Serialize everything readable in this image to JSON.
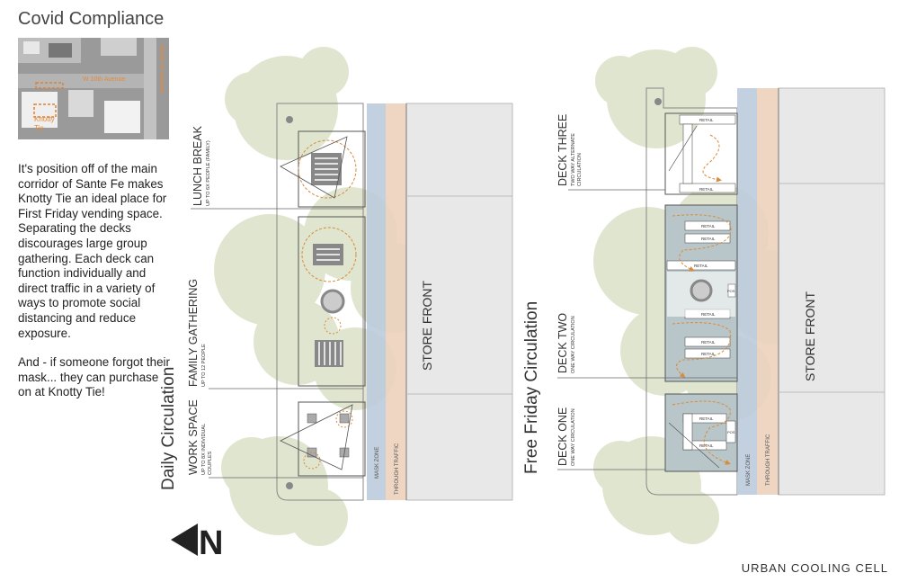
{
  "title": "Covid Compliance",
  "map": {
    "street_horizontal": "W 10th Avenue",
    "street_vertical": "Sante Fe Avenue",
    "site_label_line1": "Knotty",
    "site_label_line2": "Tie"
  },
  "description": {
    "paragraph1": "It's position off of the main corridor of Sante Fe makes Knotty Tie an ideal place for First Friday vending space. Separating the decks discourages large group gathering. Each deck can function individually and direct traffic in a variety of ways to promote social distancing and reduce exposure.",
    "paragraph2": "And - if someone forgot their mask... they can purchase on at Knotty Tie!"
  },
  "north_arrow": {
    "label": "N"
  },
  "daily": {
    "title": "Daily Circulation",
    "lunch_break": {
      "label": "LUNCH BREAK",
      "sub": "UP TO 6X PEOPLE  (FAMILY)"
    },
    "family_gathering": {
      "label": "FAMILY GATHERING",
      "sub": "UP TO 12 PEOPLE"
    },
    "work_space": {
      "label": "WORK SPACE",
      "sub1": "UP TO 8X INDIVIDUAL",
      "sub2": "COUPLES"
    },
    "mask_zone": "MASK ZONE",
    "through_traffic": "THROUGH TRAFFIC",
    "store_front": "STORE FRONT"
  },
  "friday": {
    "title": "Free Friday Circulation",
    "deck_three": {
      "label": "DECK THREE",
      "sub1": "TWO WAY ALTERNATE",
      "sub2": "CIRCULATION"
    },
    "deck_two": {
      "label": "DECK TWO",
      "sub": "ONE WAY CIRCULATION"
    },
    "deck_one": {
      "label": "DECK ONE",
      "sub": "ONE WAY CIRCULATION"
    },
    "retail": "RETAIL",
    "pos": "POS",
    "mask_zone": "MASK ZONE",
    "through_traffic": "THROUGH TRAFFIC",
    "store_front": "STORE FRONT"
  },
  "footer": "URBAN COOLING CELL",
  "colors": {
    "tree": "#dfe4cd",
    "mask_zone": "#bccbdc",
    "through_traffic": "#ecd2bd",
    "store": "#e8e8e8",
    "deck_fill": "#b9c6c9",
    "circulation": "#d98a3a"
  }
}
